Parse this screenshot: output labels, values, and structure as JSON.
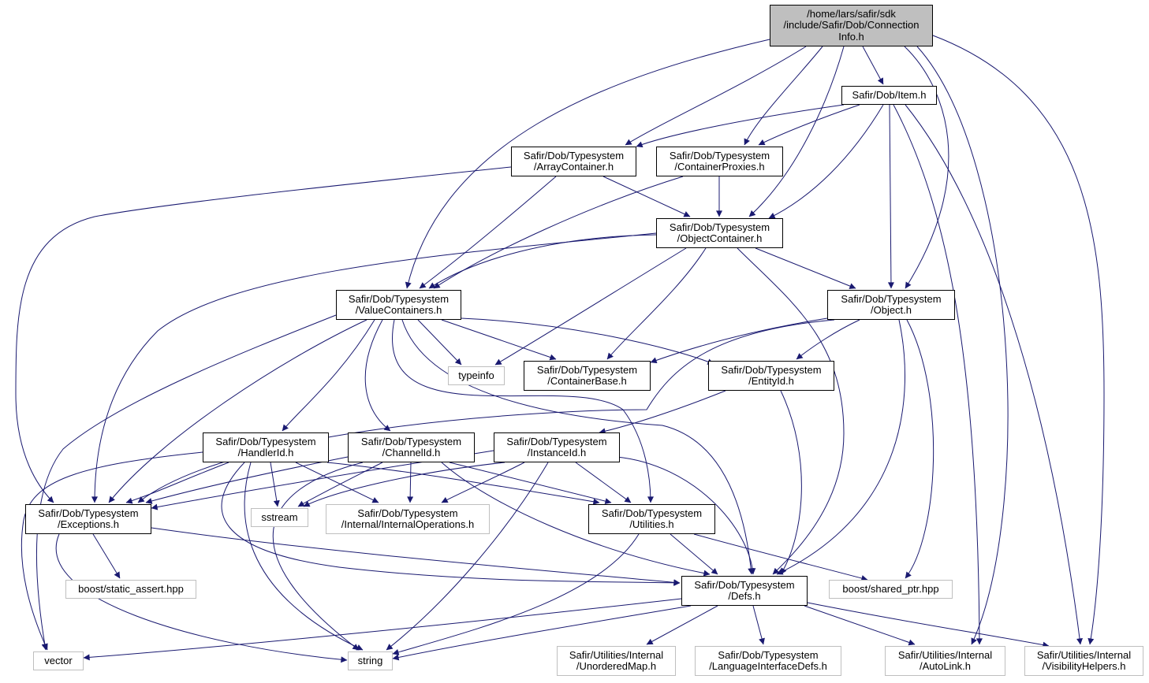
{
  "colors": {
    "edge": "#191970",
    "node_border": "#000000",
    "external_border": "#bfbfbf",
    "root_fill": "#bfbfbf"
  },
  "nodes": {
    "root": {
      "lines": [
        "/home/lars/safir/sdk",
        "/include/Safir/Dob/Connection",
        "Info.h"
      ],
      "kind": "root"
    },
    "item": {
      "lines": [
        "Safir/Dob/Item.h"
      ],
      "kind": "std"
    },
    "arraycontainer": {
      "lines": [
        "Safir/Dob/Typesystem",
        "/ArrayContainer.h"
      ],
      "kind": "std"
    },
    "containerproxies": {
      "lines": [
        "Safir/Dob/Typesystem",
        "/ContainerProxies.h"
      ],
      "kind": "std"
    },
    "objectcontainer": {
      "lines": [
        "Safir/Dob/Typesystem",
        "/ObjectContainer.h"
      ],
      "kind": "std"
    },
    "valuecontainers": {
      "lines": [
        "Safir/Dob/Typesystem",
        "/ValueContainers.h"
      ],
      "kind": "std"
    },
    "object": {
      "lines": [
        "Safir/Dob/Typesystem",
        "/Object.h"
      ],
      "kind": "std"
    },
    "typeinfo": {
      "lines": [
        "typeinfo"
      ],
      "kind": "ext"
    },
    "containerbase": {
      "lines": [
        "Safir/Dob/Typesystem",
        "/ContainerBase.h"
      ],
      "kind": "std"
    },
    "entityid": {
      "lines": [
        "Safir/Dob/Typesystem",
        "/EntityId.h"
      ],
      "kind": "std"
    },
    "handlerid": {
      "lines": [
        "Safir/Dob/Typesystem",
        "/HandlerId.h"
      ],
      "kind": "std"
    },
    "channelid": {
      "lines": [
        "Safir/Dob/Typesystem",
        "/ChannelId.h"
      ],
      "kind": "std"
    },
    "instanceid": {
      "lines": [
        "Safir/Dob/Typesystem",
        "/InstanceId.h"
      ],
      "kind": "std"
    },
    "exceptions": {
      "lines": [
        "Safir/Dob/Typesystem",
        "/Exceptions.h"
      ],
      "kind": "std"
    },
    "sstream": {
      "lines": [
        "sstream"
      ],
      "kind": "ext"
    },
    "internalops": {
      "lines": [
        "Safir/Dob/Typesystem",
        "/Internal/InternalOperations.h"
      ],
      "kind": "ext"
    },
    "utilities": {
      "lines": [
        "Safir/Dob/Typesystem",
        "/Utilities.h"
      ],
      "kind": "std"
    },
    "staticassert": {
      "lines": [
        "boost/static_assert.hpp"
      ],
      "kind": "ext"
    },
    "defs": {
      "lines": [
        "Safir/Dob/Typesystem",
        "/Defs.h"
      ],
      "kind": "std"
    },
    "sharedptr": {
      "lines": [
        "boost/shared_ptr.hpp"
      ],
      "kind": "ext"
    },
    "vector": {
      "lines": [
        "vector"
      ],
      "kind": "ext"
    },
    "string": {
      "lines": [
        "string"
      ],
      "kind": "ext"
    },
    "unorderedmap": {
      "lines": [
        "Safir/Utilities/Internal",
        "/UnorderedMap.h"
      ],
      "kind": "ext"
    },
    "langdefs": {
      "lines": [
        "Safir/Dob/Typesystem",
        "/LanguageInterfaceDefs.h"
      ],
      "kind": "ext"
    },
    "autolink": {
      "lines": [
        "Safir/Utilities/Internal",
        "/AutoLink.h"
      ],
      "kind": "ext"
    },
    "visibility": {
      "lines": [
        "Safir/Utilities/Internal",
        "/VisibilityHelpers.h"
      ],
      "kind": "ext"
    }
  }
}
